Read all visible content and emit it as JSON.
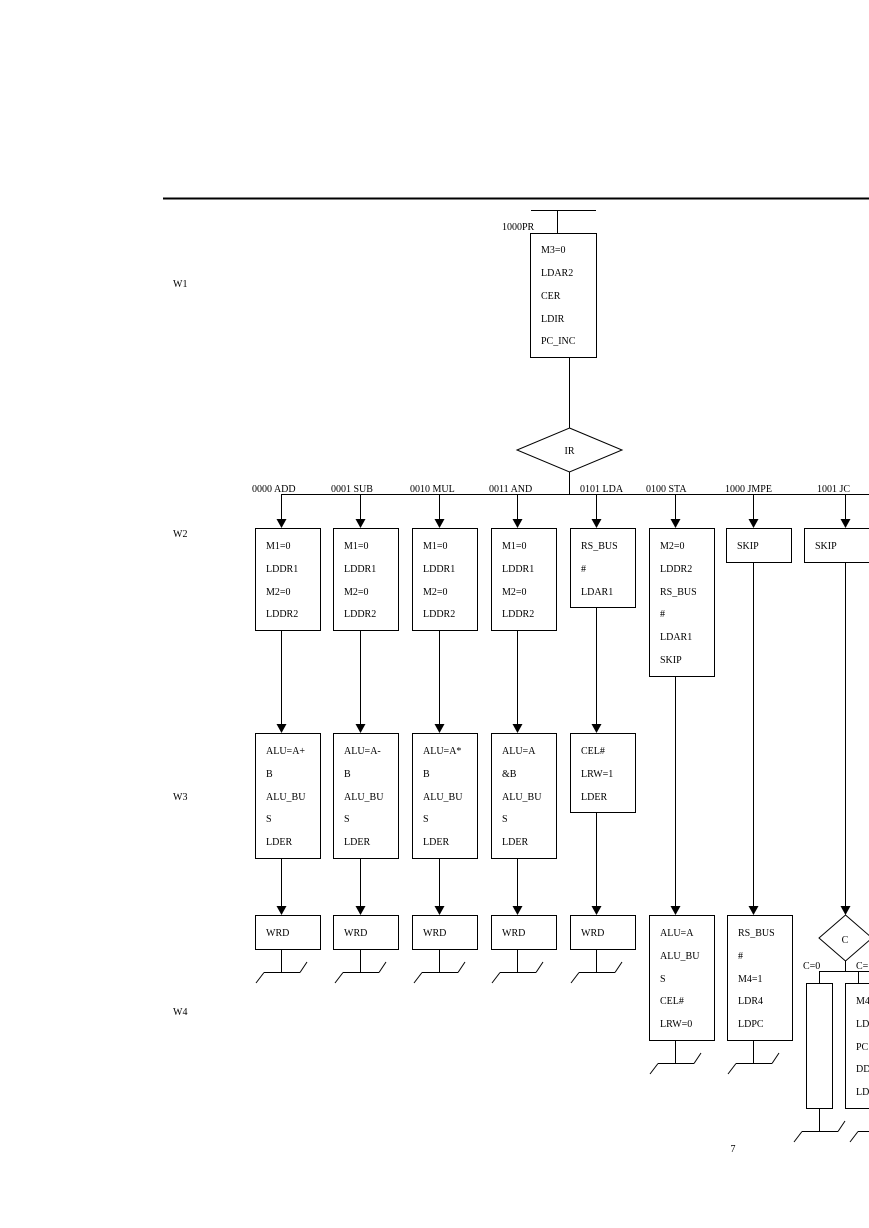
{
  "phases": [
    "W1",
    "W2",
    "W3",
    "W4"
  ],
  "entry_label": "1000PR",
  "fetch_box": [
    "M3=0",
    "LDAR2",
    "CER",
    "LDIR",
    "PC_INC"
  ],
  "decision_label": "IR",
  "branches": [
    {
      "code": "0000 ADD",
      "w2": [
        "M1=0",
        "LDDR1",
        "M2=0",
        "LDDR2"
      ],
      "w3": [
        "ALU=A+",
        "B",
        "ALU_BU",
        "S",
        "LDER"
      ],
      "w4": [
        "WRD"
      ]
    },
    {
      "code": "0001 SUB",
      "w2": [
        "M1=0",
        "LDDR1",
        "M2=0",
        "LDDR2"
      ],
      "w3": [
        "ALU=A-",
        "B",
        "ALU_BU",
        "S",
        "LDER"
      ],
      "w4": [
        "WRD"
      ]
    },
    {
      "code": "0010 MUL",
      "w2": [
        "M1=0",
        "LDDR1",
        "M2=0",
        "LDDR2"
      ],
      "w3": [
        "ALU=A*",
        "B",
        "ALU_BU",
        "S",
        "LDER"
      ],
      "w4": [
        "WRD"
      ]
    },
    {
      "code": "0011 AND",
      "w2": [
        "M1=0",
        "LDDR1",
        "M2=0",
        "LDDR2"
      ],
      "w3": [
        "ALU=A",
        "&B",
        "ALU_BU",
        "S",
        "LDER"
      ],
      "w4": [
        "WRD"
      ]
    },
    {
      "code": "0101 LDA",
      "w2": [
        "RS_BUS",
        "#",
        "LDAR1"
      ],
      "w3": [
        "CEL#",
        "LRW=1",
        "LDER"
      ],
      "w4": [
        "WRD"
      ]
    },
    {
      "code": "0100 STA",
      "w2": [
        "M2=0",
        "LDDR2",
        "RS_BUS",
        "#",
        "LDAR1",
        "SKIP"
      ],
      "w3": [],
      "w4": [
        "ALU=A",
        "ALU_BU",
        "S",
        "CEL#",
        "LRW=0"
      ]
    },
    {
      "code": "1000 JMPE",
      "w2": [
        "SKIP"
      ],
      "w3": [],
      "w4": [
        "RS_BUS",
        "#",
        "M4=1",
        "LDR4",
        "LDPC"
      ]
    },
    {
      "code": "1001 JC",
      "w2": [
        "SKIP"
      ],
      "w3": [],
      "w4": []
    }
  ],
  "jc_decision": {
    "label": "C",
    "left_label": "C=0",
    "right_label": "C=",
    "right_box_partial": [
      "M4",
      "LD",
      "PC",
      "DD",
      "LD"
    ]
  },
  "page_number": "7"
}
